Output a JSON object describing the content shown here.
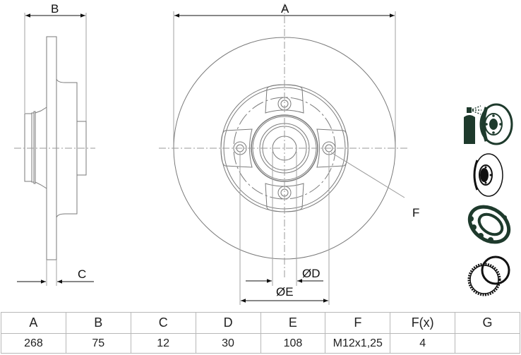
{
  "drawing": {
    "labels": {
      "A": "A",
      "B": "B",
      "C": "C",
      "D": "ØD",
      "E": "ØE",
      "F": "F"
    },
    "line_color": "#7a7a7a",
    "icon_color": "#1e3a2c"
  },
  "icons": [
    {
      "name": "cleaning-spray-disc-icon"
    },
    {
      "name": "brake-disc-icon"
    },
    {
      "name": "wheel-bearing-icon"
    },
    {
      "name": "abs-ring-icon"
    }
  ],
  "spec_table": {
    "headers": [
      "A",
      "B",
      "C",
      "D",
      "E",
      "F",
      "F(x)",
      "G"
    ],
    "values": [
      "268",
      "75",
      "12",
      "30",
      "108",
      "M12x1,25",
      "4",
      ""
    ]
  }
}
